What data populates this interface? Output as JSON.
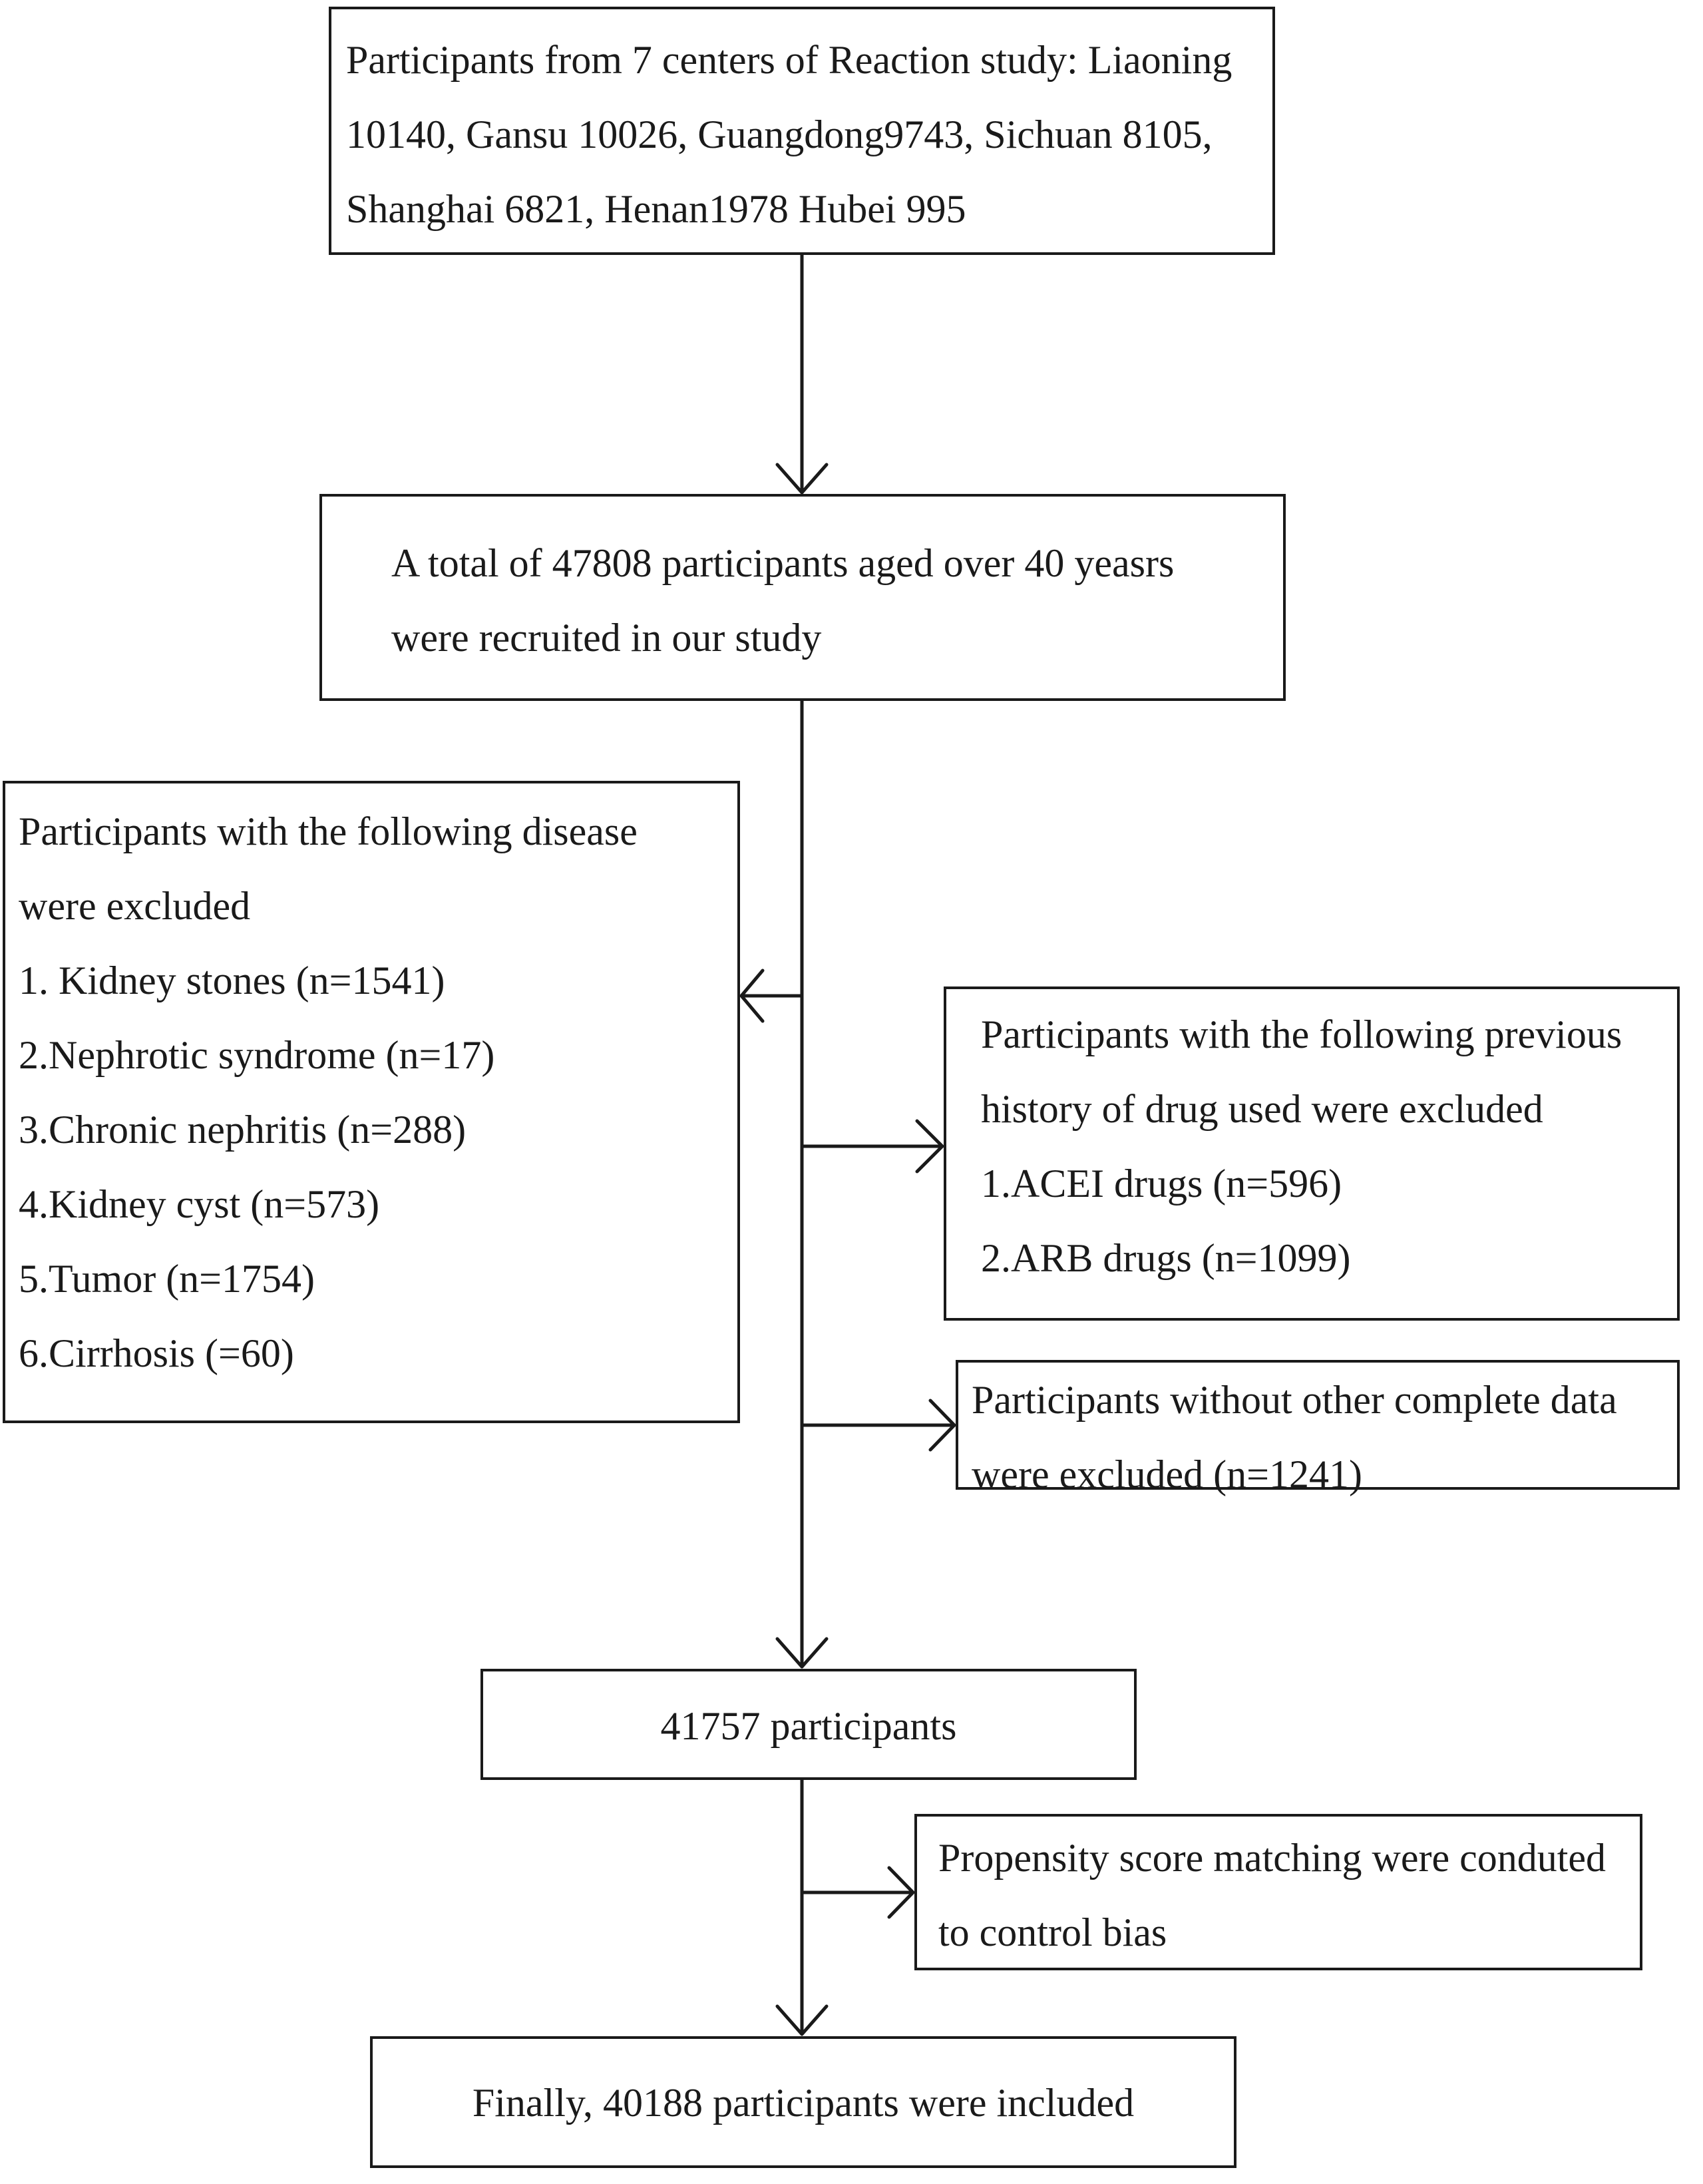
{
  "flowchart": {
    "centers_box": {
      "lines": [
        "Participants from 7 centers of Reaction study: Liaoning",
        "10140, Gansu 10026, Guangdong9743, Sichuan 8105,",
        "Shanghai 6821, Henan1978 Hubei 995"
      ]
    },
    "recruited_box": {
      "lines": [
        "A total of 47808 participants aged over 40 yeasrs",
        "were recruited in our study"
      ]
    },
    "disease_exclusion_box": {
      "lines": [
        "Participants with the following disease",
        "were excluded",
        "1. Kidney stones (n=1541)",
        "2.Nephrotic syndrome (n=17)",
        "3.Chronic nephritis (n=288)",
        "4.Kidney cyst (n=573)",
        "5.Tumor (n=1754)",
        "6.Cirrhosis (=60)"
      ]
    },
    "drug_exclusion_box": {
      "lines": [
        "Participants with the following previous",
        "history of drug used were excluded",
        "1.ACEI drugs (n=596)",
        "2.ARB drugs (n=1099)"
      ]
    },
    "incomplete_data_box": {
      "lines": [
        "Participants without other complete data",
        "were excluded (n=1241)"
      ]
    },
    "intermediate_box": {
      "text": "41757 participants"
    },
    "matching_box": {
      "lines": [
        "Propensity score matching were conduted",
        "to control bias"
      ]
    },
    "final_box": {
      "text": "Finally, 40188 participants were included"
    }
  },
  "colors": {
    "stroke": "#1a1a1a",
    "background": "#ffffff"
  }
}
